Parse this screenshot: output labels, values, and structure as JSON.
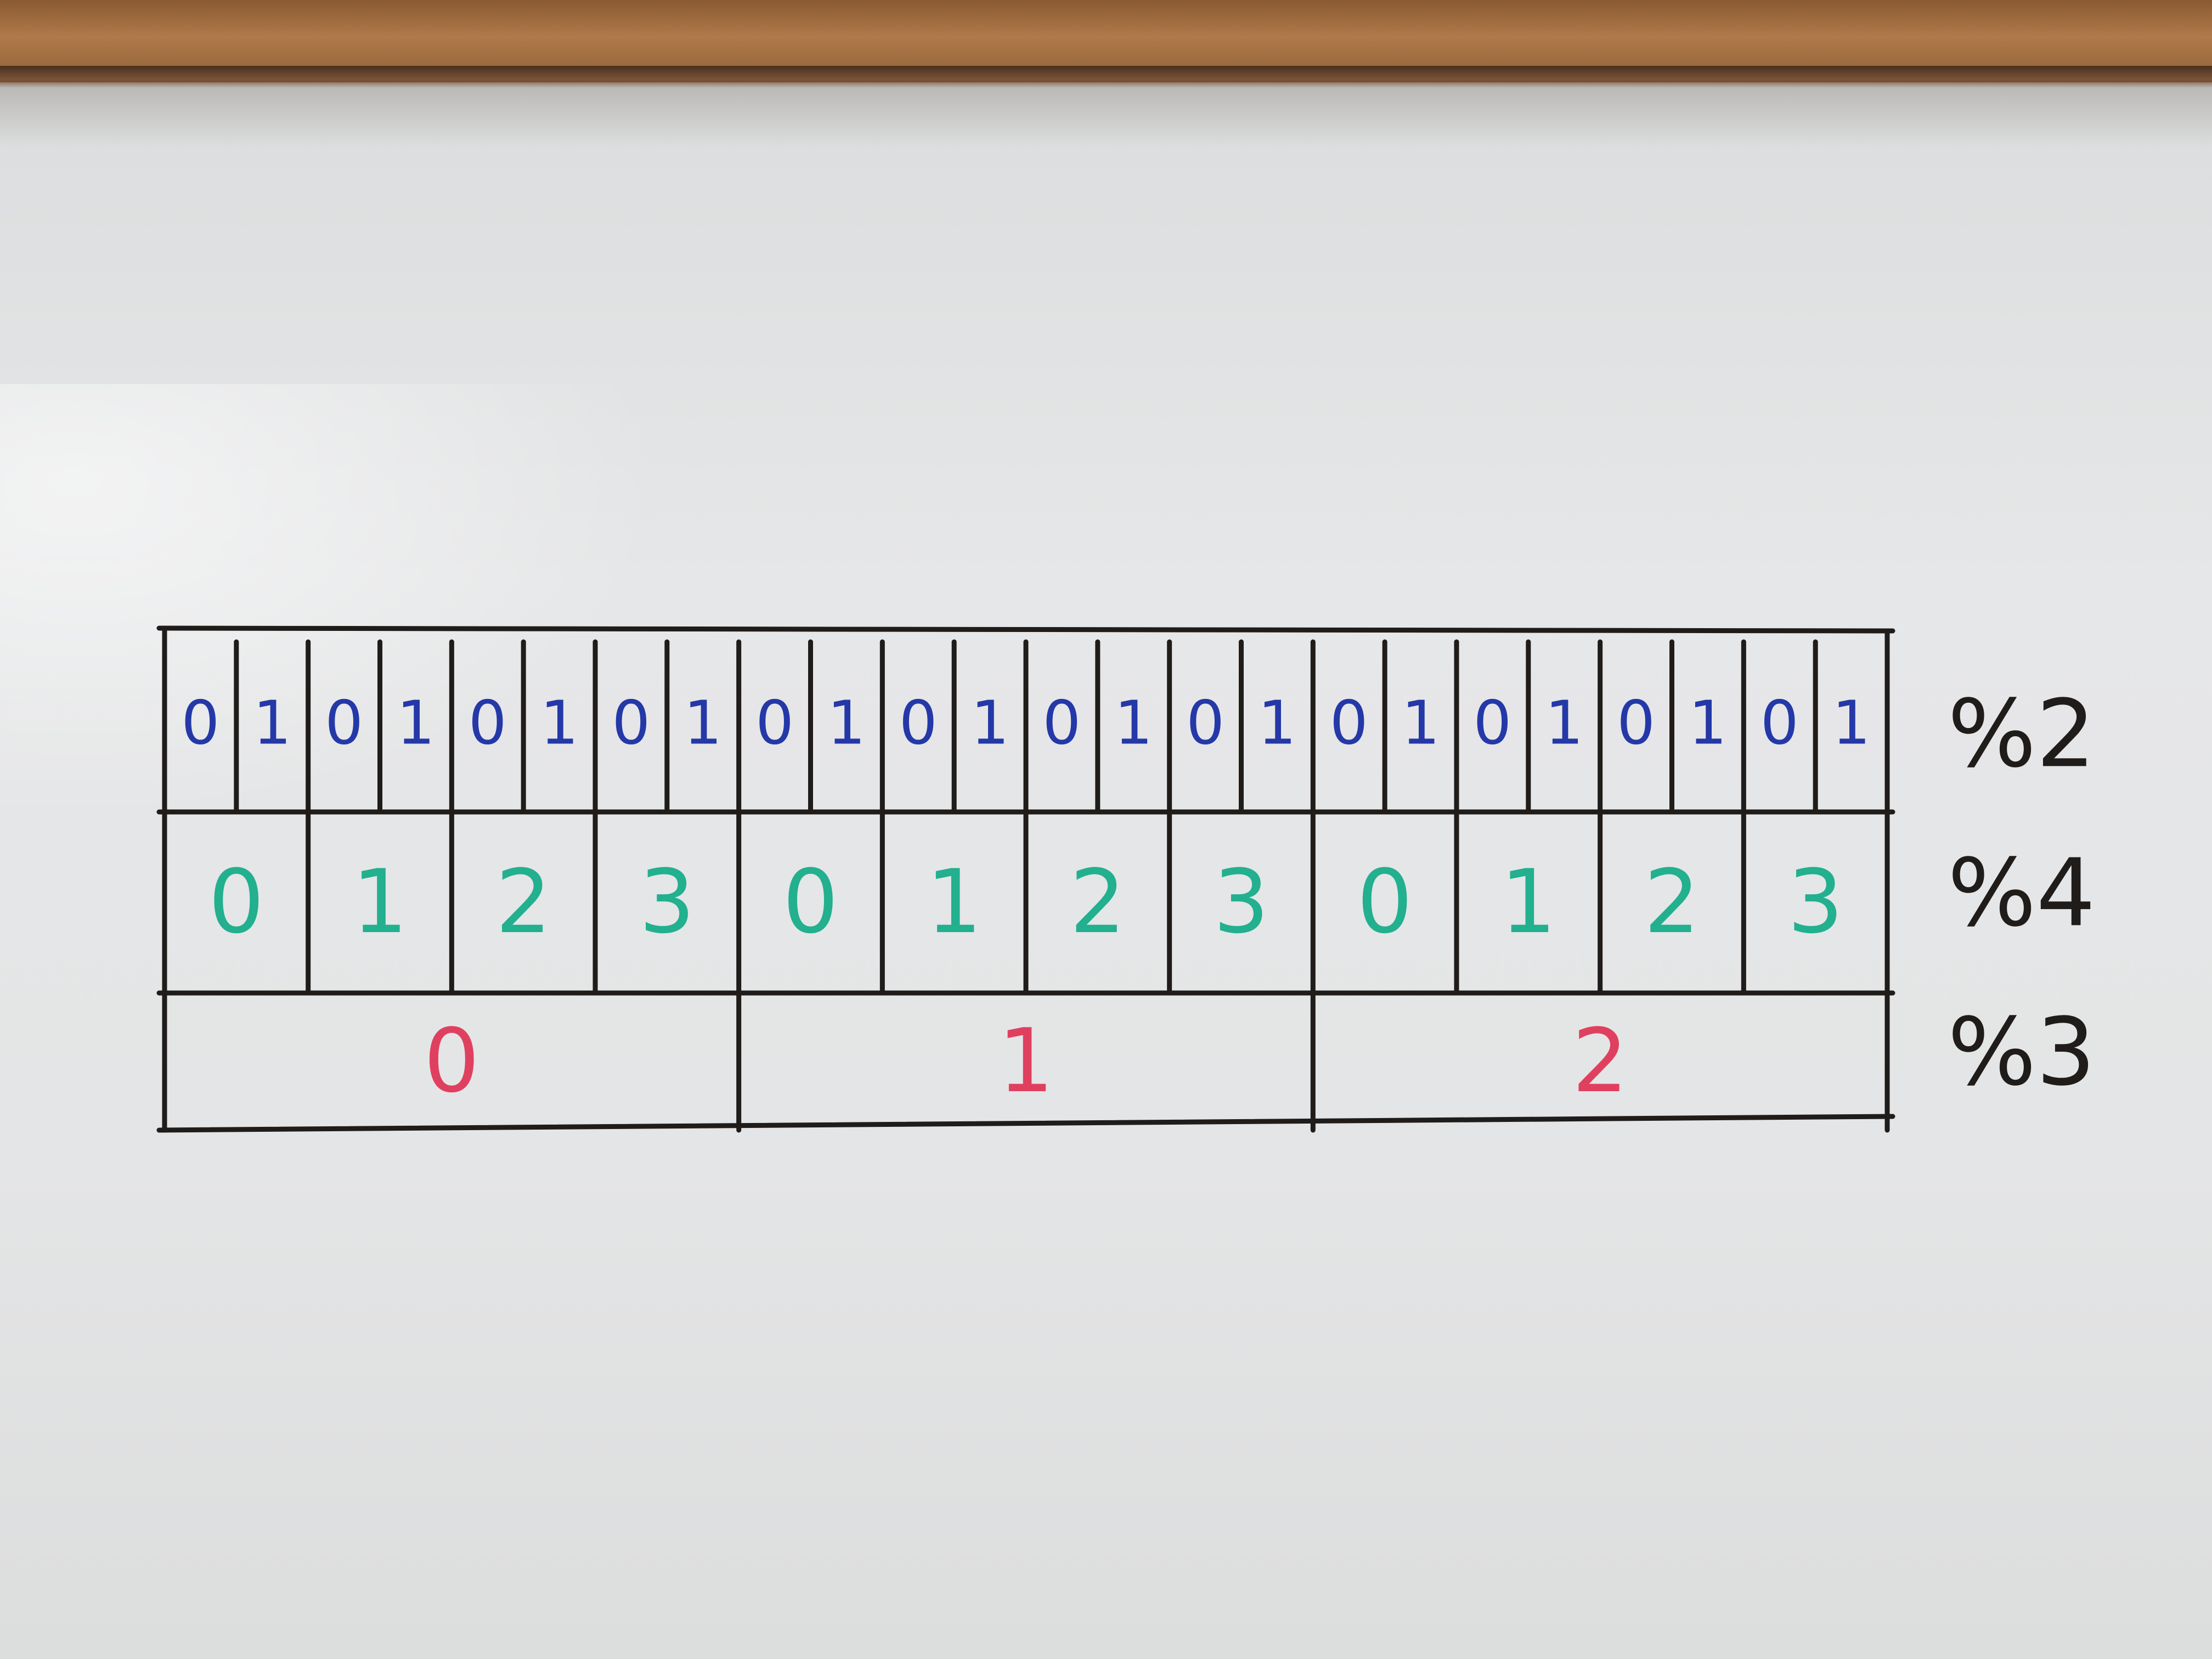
{
  "rows": {
    "mod2": {
      "label": "%2",
      "values": [
        "0",
        "1",
        "0",
        "1",
        "0",
        "1",
        "0",
        "1",
        "0",
        "1",
        "0",
        "1",
        "0",
        "1",
        "0",
        "1",
        "0",
        "1",
        "0",
        "1",
        "0",
        "1",
        "0",
        "1"
      ]
    },
    "mod4": {
      "label": "%4",
      "values": [
        "0",
        "1",
        "2",
        "3",
        "0",
        "1",
        "2",
        "3",
        "0",
        "1",
        "2",
        "3"
      ]
    },
    "mod3": {
      "label": "%3",
      "values": [
        "0",
        "1",
        "2"
      ]
    }
  },
  "colors": {
    "ink_black": "#1f1c1a",
    "ink_blue": "#2438a8",
    "ink_teal": "#22b08f",
    "ink_red": "#e0405f"
  }
}
